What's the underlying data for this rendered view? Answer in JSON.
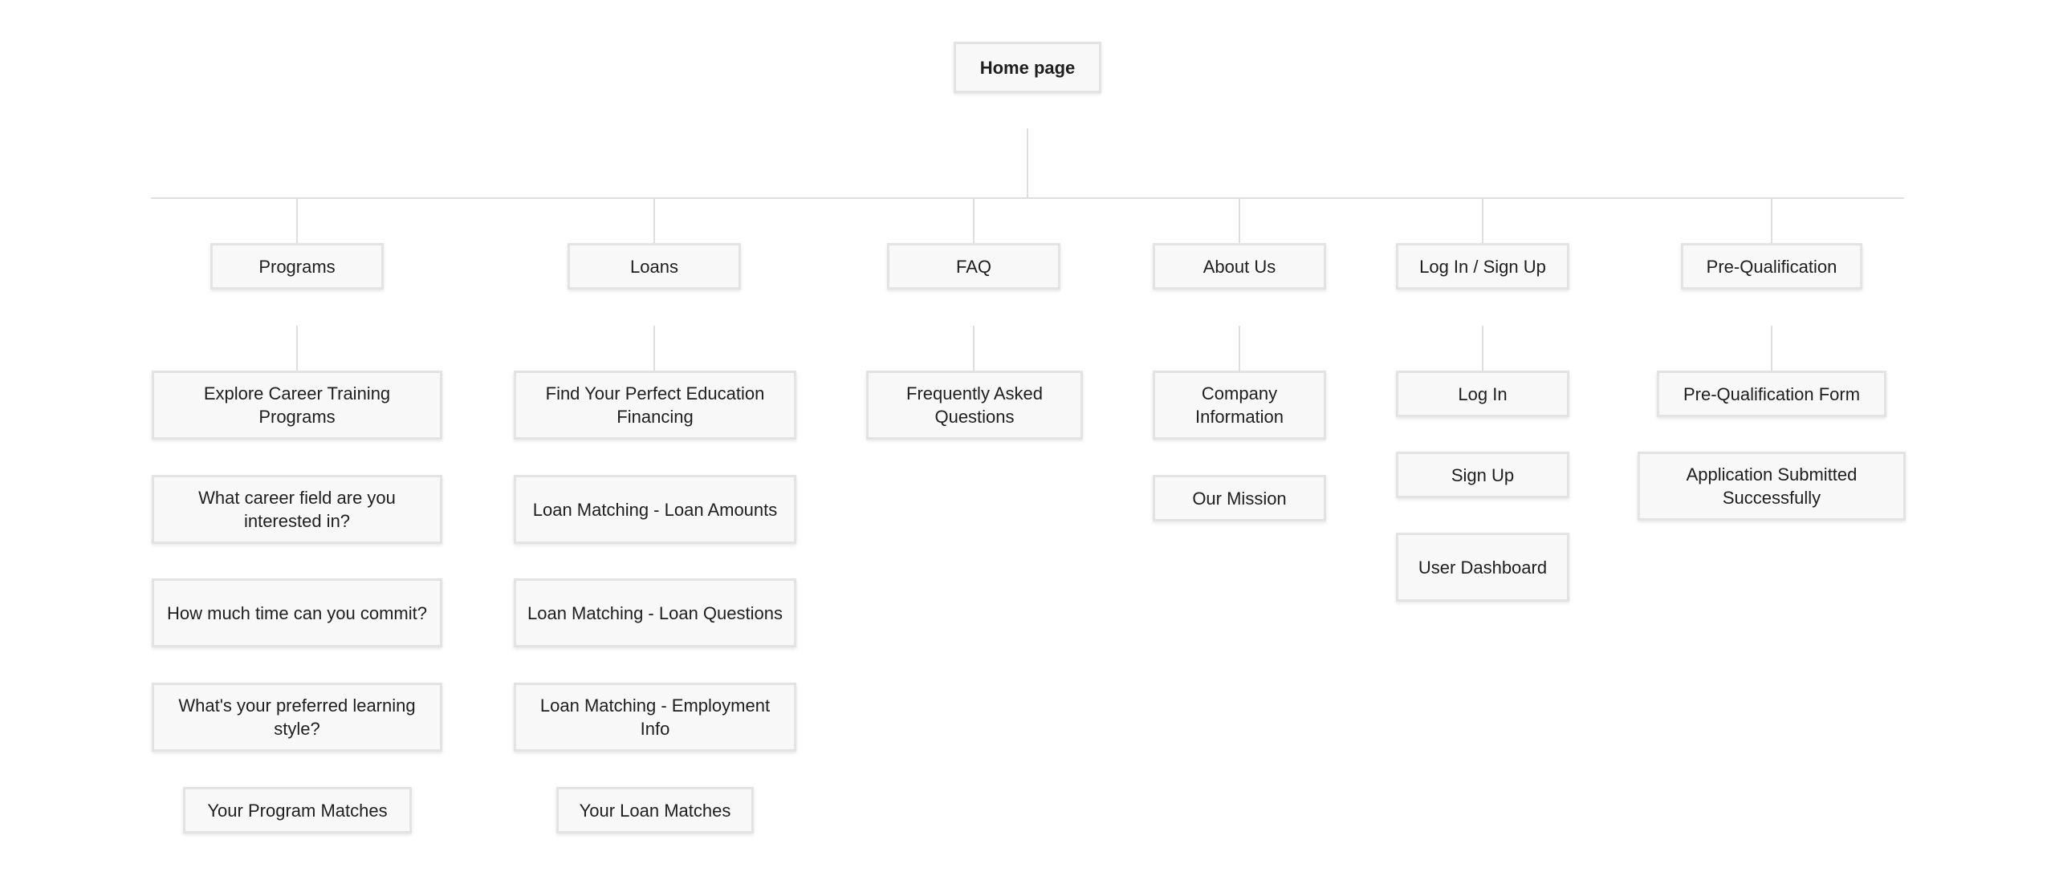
{
  "sitemap": {
    "root": "Home page",
    "sections": [
      {
        "label": "Programs",
        "pages": [
          "Explore Career Training Programs",
          "What career field are you interested in?",
          "How much time can you commit?",
          "What's your preferred learning style?",
          "Your Program Matches"
        ]
      },
      {
        "label": "Loans",
        "pages": [
          "Find Your Perfect Education Financing",
          "Loan Matching - Loan Amounts",
          "Loan Matching - Loan Questions",
          "Loan Matching - Employment Info",
          "Your Loan Matches"
        ]
      },
      {
        "label": "FAQ",
        "pages": [
          "Frequently Asked Questions"
        ]
      },
      {
        "label": "About Us",
        "pages": [
          "Company Information",
          "Our Mission"
        ]
      },
      {
        "label": "Log In / Sign Up",
        "pages": [
          "Log In",
          "Sign Up",
          "User Dashboard"
        ]
      },
      {
        "label": "Pre-Qualification",
        "pages": [
          "Pre-Qualification Form",
          "Application Submitted Successfully"
        ]
      }
    ]
  },
  "colors": {
    "node_fill": "#f8f8f8",
    "node_border": "#e3e3e3",
    "connector": "#dedede",
    "text": "#1e1e1e"
  }
}
